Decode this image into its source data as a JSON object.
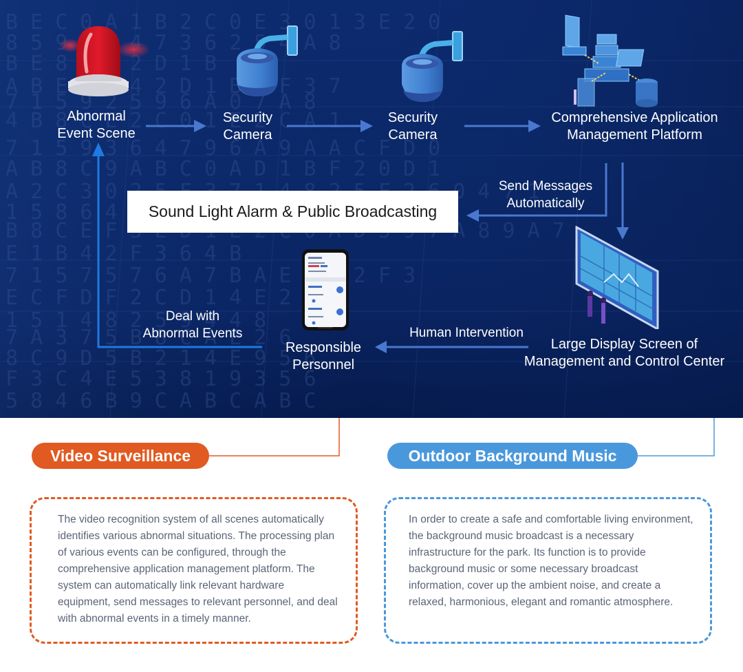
{
  "colors": {
    "hero_bg": "#0b2868",
    "arrow": "#4a78d0",
    "accent_orange": "#e05a22",
    "accent_blue": "#4a98dc",
    "body_text": "#5a6478"
  },
  "diagram": {
    "nodes": {
      "abnormal_event": {
        "label_line1": "Abnormal",
        "label_line2": "Event Scene",
        "icon": "alarm-light-icon"
      },
      "camera_1": {
        "label_line1": "Security",
        "label_line2": "Camera",
        "icon": "security-camera-icon"
      },
      "camera_2": {
        "label_line1": "Security",
        "label_line2": "Camera",
        "icon": "security-camera-icon"
      },
      "platform": {
        "label_line1": "Comprehensive Application",
        "label_line2": "Management Platform",
        "icon": "server-network-icon"
      },
      "display": {
        "label_line1": "Large Display Screen of",
        "label_line2": "Management and Control Center",
        "icon": "display-wall-icon"
      },
      "personnel": {
        "label_line1": "Responsible",
        "label_line2": "Personnel",
        "icon": "smartphone-icon"
      },
      "broadcast": {
        "label": "Sound Light Alarm & Public Broadcasting"
      }
    },
    "edges": {
      "send_messages": {
        "line1": "Send Messages",
        "line2": "Automatically"
      },
      "human_intervention": {
        "line1": "Human Intervention"
      },
      "deal_with": {
        "line1": "Deal with",
        "line2": "Abnormal Events"
      }
    }
  },
  "sections": [
    {
      "title": "Video Surveillance",
      "text": "The video recognition system of all scenes automatically identifies various abnormal situations. The processing plan of various events can be configured, through the comprehensive application management platform. The system can automatically link relevant hardware equipment, send messages to relevant personnel, and deal with abnormal events in a timely manner."
    },
    {
      "title": "Outdoor Background Music",
      "text": "In order to create a safe and comfortable living environment, the background music broadcast is a necessary infrastructure for the park. Its function is to provide background music or some necessary broadcast information, cover up the ambient noise, and create a relaxed, harmonious, elegant and romantic atmosphere."
    }
  ]
}
